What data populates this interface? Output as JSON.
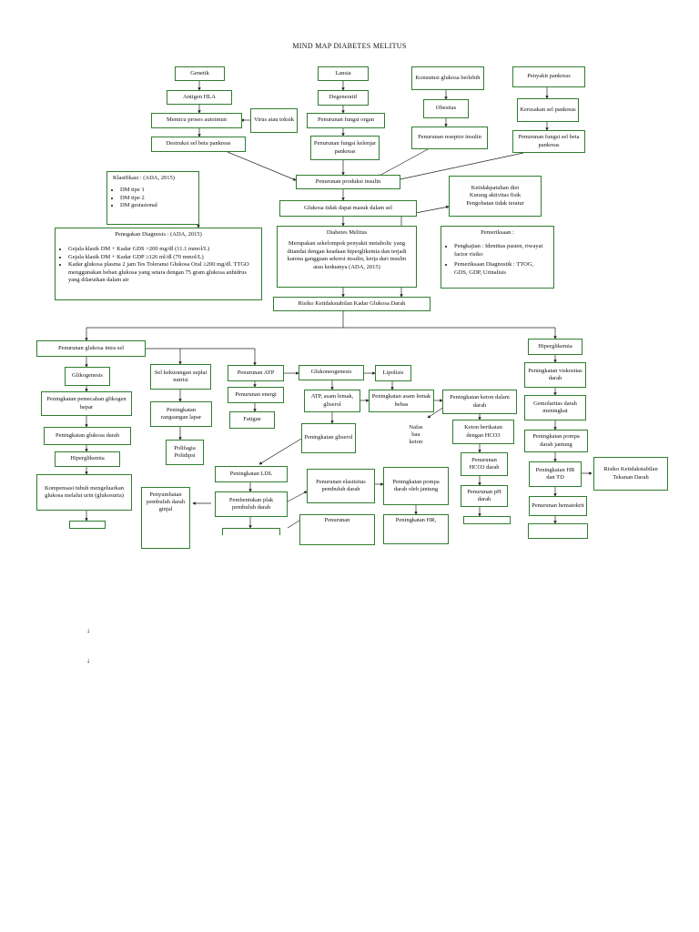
{
  "title": "MIND MAP DIABETES MELITUS",
  "nodes": {
    "genetik": "Genetik",
    "antigen_hla": "Antigen HLA",
    "memicu": "Memicu proses autoimun",
    "virus": "Virus atau toksik",
    "destruksi": "Destruksi sel beta pankreas",
    "lansia": "Lansia",
    "degeneratif": "Degeneratif",
    "penurunan_fungsi_organ": "Penurunan fungsi organ",
    "penurunan_fungsi_kelenjar": "Penurunan fungsi kelenjar pankreas",
    "konsumsi": "Konsumsi glukosa berlebih",
    "obesitas": "Obesitas",
    "penurunan_reseptor": "Penurunan reseptor insulin",
    "penyakit_pankreas": "Penyakit pankreas",
    "kerusakan_sel": "Kerusakan sel pankreas",
    "penurunan_fungsi_sel_beta": "Penurunan fungsi sel beta pankreas",
    "penurunan_produksi": "Penurunan produksi insulin",
    "glukosa_tidak_masuk": "Glukosa tidak dapat masuk dalam sel",
    "ketidakpatuhan": "Ketidakpatuhan diet\nKurang aktivitas fisik\nPengobatan tidak teratur",
    "risiko_glukosa": "Risiko Ketidakstabilan Kadar Glukosa Darah",
    "penurunan_glukosa_intrasel": "Penurunan glukosa intra sel",
    "hiperglikemia_right": "Hiperglikemia",
    "glikogenesis": "Glikogenesis",
    "peningkatan_pemecahan": "Peningkatan pemecahan glikogen hepar",
    "peningkatan_glukosa_darah": "Peningkatan glukosa darah",
    "hiperglikemia_left": "Hiperglikemia",
    "kompensasi": "Kompensasi tubuh mengeluarkan glukosa melalui urin (glukosuria)",
    "sel_kekurangan": "Sel kekurangan suplai nutrisi",
    "peningkatan_rangsangan": "Peningkatan rangsangan lapar",
    "polifagia": "Polifagia\nPolidipsi",
    "penurunan_atp": "Penurunan ATP",
    "penurunan_energi": "Penurunan energi",
    "fatigue": "Fatigue",
    "glukoneogenesis": "Glukoneogenesis",
    "lipolisis": "Lipolisis",
    "atp_asam_lemak": "ATP, asam lemak, gliserol",
    "peningkatan_asam_lemak": "Peningkatan asam lemak bebas",
    "peningkatan_keton": "Peningkatan keton dalam darah",
    "nafas_bau_keton": "Nafas\nbau\nketon",
    "keton_berikatan": "Keton berikatan dengan HCO3",
    "penurunan_hco3": "Penurunan HCO3 darah",
    "penurunan_ph": "Penurunan pH darah",
    "peningkatan_gliserol": "Peningkatan gliserol",
    "peningkatan_ldl": "Peningkatan LDL",
    "pembentukan_plak": "Pembentukan plak pembuluh darah",
    "penyumbatan": "Penyumbatan pembuluh darah ginjal",
    "penurunan_elastisitas": "Penurunan elastisitas pembuluh darah",
    "peningkatan_pompa_jantung": "Peningkatan pompa darah oleh jantung",
    "peningkatan_hr": "Peningkatan HR,",
    "penurunan_cut": "Penurunan",
    "peningkatan_viskositas": "Peningkatan viskositas darah",
    "gemolaritas": "Gemolaritas darah meningkat",
    "peningkatan_pompa_darah_jantung": "Peningkatan pompa darah jantung",
    "peningkatan_hr_td": "Peningkatan HR dan TD",
    "risiko_tekanan": "Risiko Ketidakstabilan Tekanan Darah",
    "penurunan_hematokrit": "Penurunan hematokrit"
  },
  "klasifikasi": {
    "header": "Klasifikasi : (ADA, 2015)",
    "items": [
      "DM tipe 1",
      "DM tipe 2",
      "DM gestasional"
    ]
  },
  "penegakan": {
    "header": "Penegakan Diagnosis : (ADA, 2015)",
    "items": [
      "Gejala klasik DM + Kadar GDS >200 mg/dl (11.1 mmol/L)",
      "Gejala klasik DM + Kadar GDP ≥126 ml/dl (70 mmol/L)",
      "Kadar glukosa plasma 2 jam Tes Toleransi Glukosa Oral ≥200 mg/dl. TTGO menggunakan beban glukosa yang setara dengan 75 gram glukosa anhidrus yang dilarutkan dalam air"
    ]
  },
  "dm": {
    "header": "Diabetes Melitus",
    "text": "Merupakan sekelompok penyakit metabolic yang ditandai dengan keadaan hiperglikemia dan terjadi karena gangguan sekresi insulin, kerja dari insulin atau keduanya (ADA, 2015)"
  },
  "pemeriksaan": {
    "header": "Pemeriksaan :",
    "items": [
      "Pengkajian : Identitas pasien, riwayat factor risiko",
      "Pemeriksaan Diagnostik : TTOG, GDS, GDP, Urinalisis"
    ]
  },
  "lone_arrows": [
    "↓",
    "↓"
  ]
}
